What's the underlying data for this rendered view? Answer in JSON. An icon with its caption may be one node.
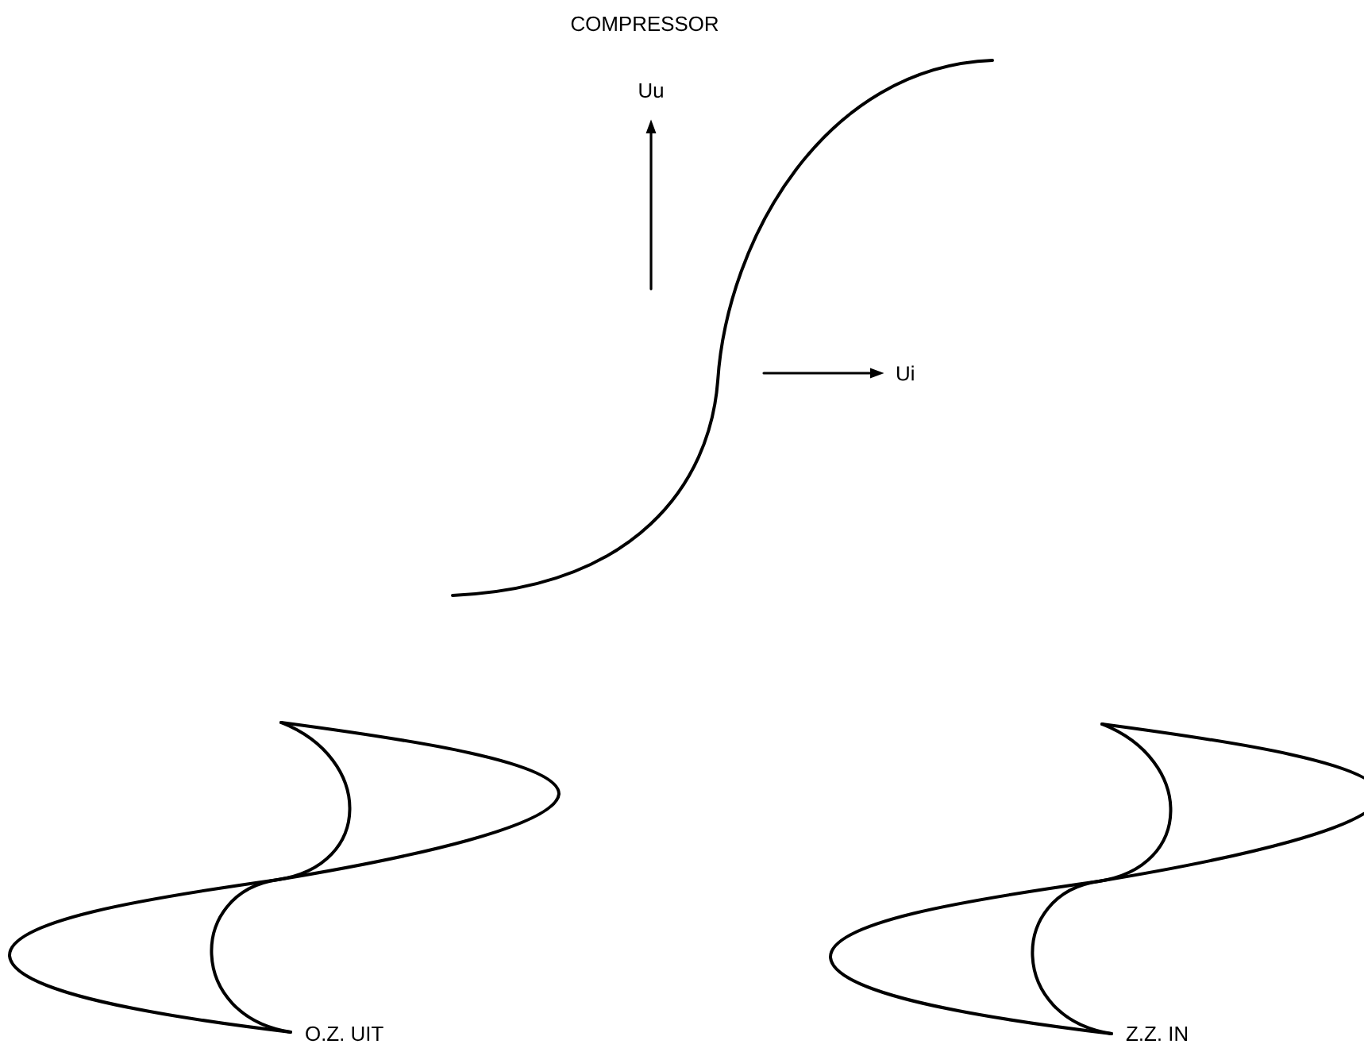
{
  "diagram": {
    "title": "COMPRESSOR",
    "labels": [
      "Uu",
      "Ui",
      "O.Z. UIT",
      "Z.Z. IN"
    ]
  }
}
